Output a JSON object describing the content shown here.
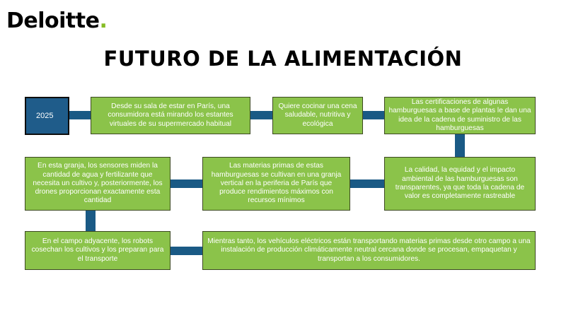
{
  "brand": {
    "name": "Deloitte",
    "dot": "."
  },
  "title": "FUTURO DE LA ALIMENTACIÓN",
  "colors": {
    "box": "#8bc34a",
    "connector": "#1a5a85",
    "year_box": "#1f5c8a",
    "logo_dot": "#86bc25"
  },
  "steps": [
    {
      "label": "2025"
    },
    {
      "label": "Desde su sala de estar en París, una consumidora está mirando los estantes virtuales de su supermercado habitual"
    },
    {
      "label": "Quiere cocinar una cena saludable, nutritiva y ecológica"
    },
    {
      "label": "Las certificaciones de algunas hamburguesas a base de plantas le dan una idea de la cadena de suministro de las hamburguesas"
    },
    {
      "label": "La calidad, la equidad y el impacto ambiental de las hamburguesas son transparentes, ya que toda la cadena de valor es completamente rastreable"
    },
    {
      "label": "Las materias primas de estas hamburguesas se cultivan en una granja vertical en la periferia de París que produce rendimientos máximos con recursos mínimos"
    },
    {
      "label": "En esta granja, los sensores miden la cantidad de agua y fertilizante que necesita un cultivo y, posteriormente, los drones proporcionan exactamente esta cantidad"
    },
    {
      "label": "En el campo adyacente, los robots cosechan los cultivos y los preparan para el transporte"
    },
    {
      "label": "Mientras tanto, los vehículos eléctricos están transportando materias primas desde otro campo a una instalación de producción climáticamente neutral cercana donde se procesan, empaquetan y transportan a los consumidores."
    }
  ]
}
